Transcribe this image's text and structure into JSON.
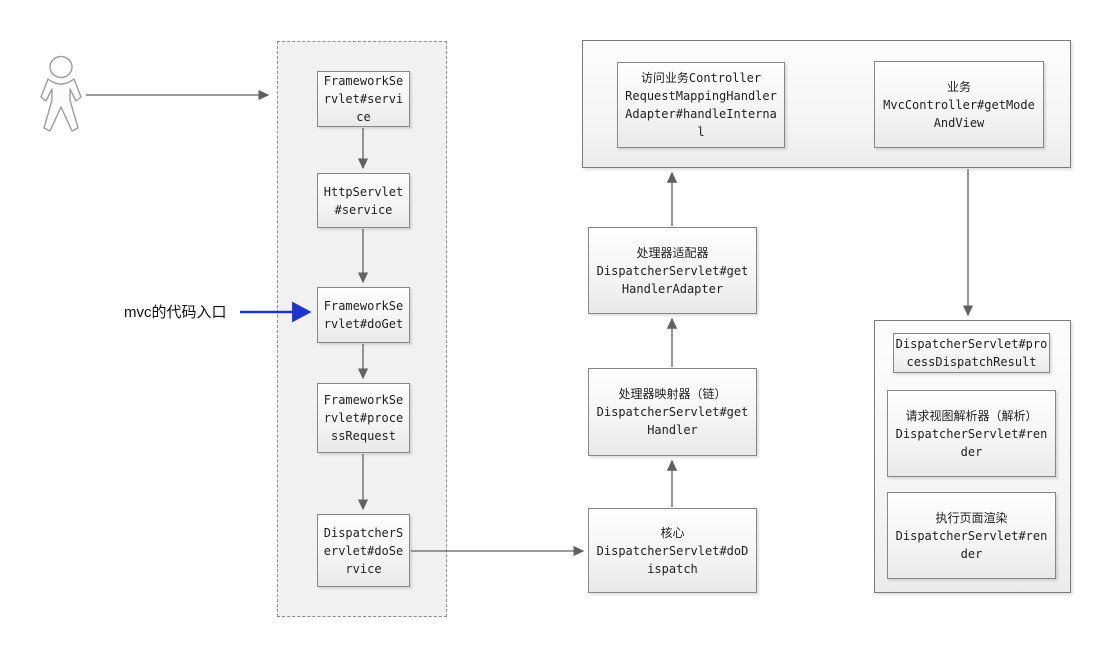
{
  "colors": {
    "arrow": "#616161",
    "blue_arrow": "#2033cc",
    "box_border": "#878787"
  },
  "annotation": {
    "mvc_entry_label": "mvc的代码入口"
  },
  "actor": {
    "name": "user-actor"
  },
  "servlet_flow": {
    "boxes": [
      {
        "text": "FrameworkSe\nrvlet#servi\nce"
      },
      {
        "text": "HttpServlet\n#service"
      },
      {
        "text": "FrameworkSe\nrvlet#doGet"
      },
      {
        "text": "FrameworkSe\nrvlet#proce\nssRequest"
      },
      {
        "text": "DispatcherS\nervlet#doSe\nrvice"
      }
    ]
  },
  "dispatch_chain": {
    "core": "核心\nDispatcherServlet#doD\nispatch",
    "handler_mapping": "处理器映射器（链）\nDispatcherServlet#get\nHandler",
    "handler_adapter": "处理器适配器\nDispatcherServlet#get\nHandlerAdapter"
  },
  "controller_group": {
    "handle_internal": "访问业务Controller\nRequestMappingHandler\nAdapter#handleInterna\nl",
    "business": "业务\nMvcController#getMode\nAndView"
  },
  "render_group": {
    "process_dispatch_result": "DispatcherServlet#pro\ncessDispatchResult",
    "view_resolver": "请求视图解析器（解析）\nDispatcherServlet#ren\nder",
    "render_page": "执行页面渲染\nDispatcherServlet#ren\nder"
  }
}
